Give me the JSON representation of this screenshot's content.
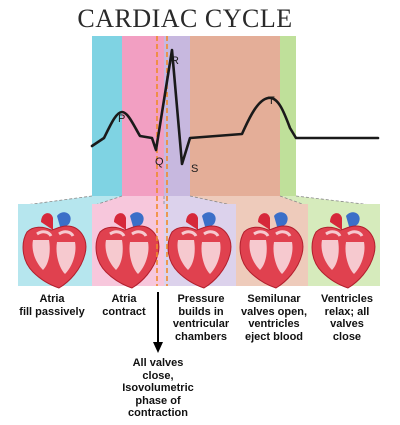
{
  "title": "CARDIAC CYCLE",
  "wave_labels": {
    "p": "P",
    "q": "Q",
    "r": "R",
    "s": "S",
    "t": "T"
  },
  "phases": [
    {
      "caption": "Atria\nfill passively",
      "color": "#7fd3e3",
      "panel_color": "#b6e6ee"
    },
    {
      "caption": "Atria\ncontract",
      "color": "#f29fc2",
      "panel_color": "#f7c7dc"
    },
    {
      "caption": "Pressure\nbuilds in\nventricular\nchambers",
      "color": "#c7b8df",
      "panel_color": "#dcd2ec"
    },
    {
      "caption": "Semilunar\nvalves open,\nventricles\neject blood",
      "color": "#e4ae98",
      "panel_color": "#eecbbb"
    },
    {
      "caption": "Ventricles\nrelax; all\nvalves\nclose",
      "color": "#bfe09a",
      "panel_color": "#d6ebbc"
    }
  ],
  "marker_color": "#f08a2a",
  "bottom_note": "All valves\nclose,\nIsovolumetric\nphase of\ncontraction"
}
